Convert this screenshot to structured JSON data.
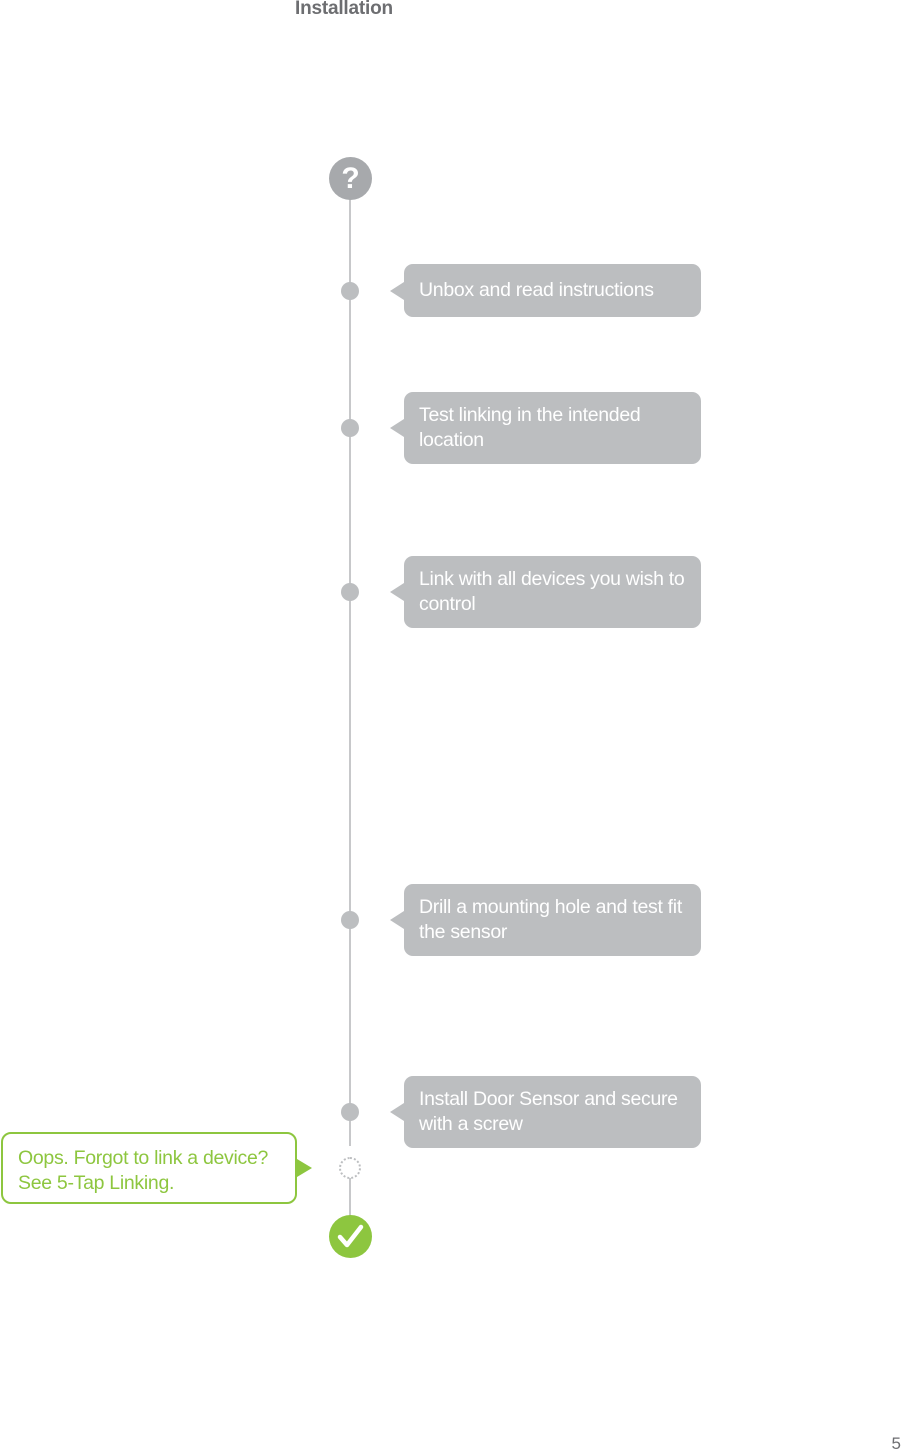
{
  "header": {
    "title": "Installation"
  },
  "timeline": {
    "start_icon": "question-mark-icon",
    "steps": [
      {
        "label": "Unbox and read instructions"
      },
      {
        "label": "Test linking in the intended location"
      },
      {
        "label": "Link with all devices you wish to control"
      },
      {
        "label": "Drill a mounting hole and test fit the sensor"
      },
      {
        "label": "Install Door Sensor and secure with a screw"
      }
    ],
    "callout": "Oops. Forgot to link a device? See 5-Tap Linking.",
    "end_icon": "checkmark-icon"
  },
  "colors": {
    "step_gray": "#bcbec0",
    "line_gray": "#c7c8ca",
    "accent_green": "#8dc63f",
    "title_gray": "#6d6e71"
  },
  "footer": {
    "page_number": "5"
  }
}
